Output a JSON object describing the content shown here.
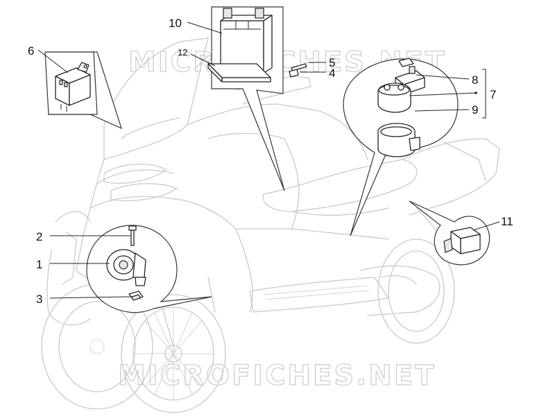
{
  "watermark": {
    "top": "MICROFICHES.NET",
    "bottom": "MICROFICHES.NET"
  },
  "callouts": {
    "n1": "1",
    "n2": "2",
    "n3": "3",
    "n4": "4",
    "n5": "5",
    "n6": "6",
    "n7": "7",
    "n8": "8",
    "n9": "9",
    "n10": "10",
    "n11": "11",
    "n12": "12"
  },
  "colors": {
    "line": "#222222",
    "ghost": "#c9c9c9",
    "background": "#ffffff"
  },
  "icons": {
    "flasher": "relay-box-icon",
    "battery": "battery-icon",
    "starter_relay": "starter-relay-icon",
    "horn": "horn-icon",
    "switch": "electrical-switch-icon"
  }
}
